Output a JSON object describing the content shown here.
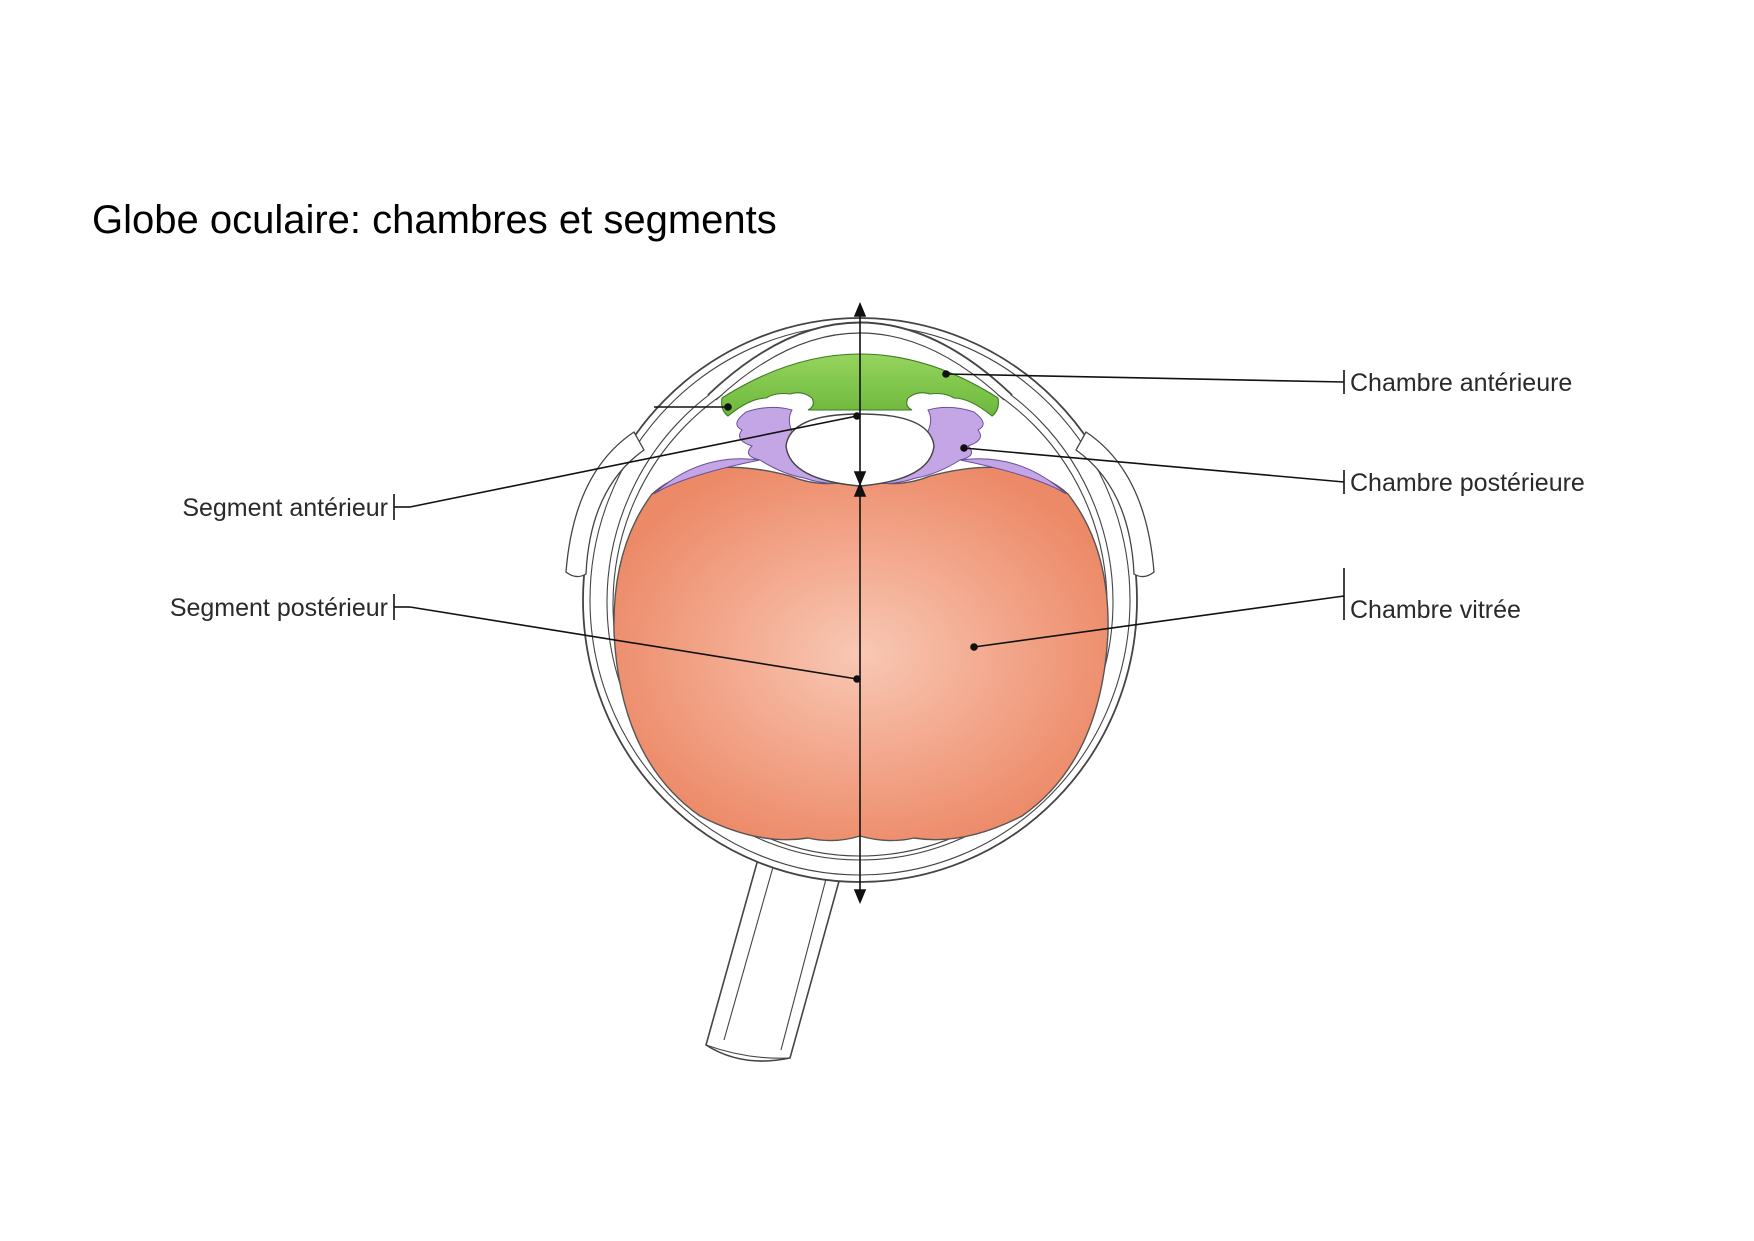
{
  "title": "Globe oculaire: chambres et segments",
  "labels": {
    "anterior_chamber": "Chambre antérieure",
    "posterior_chamber": "Chambre postérieure",
    "vitreous_chamber": "Chambre vitrée",
    "anterior_segment": "Segment antérieur",
    "posterior_segment": "Segment postérieur"
  },
  "colors": {
    "anterior_chamber": "#7cc44a",
    "posterior_chamber": "#c4a6e6",
    "vitreous_chamber": "#ef8f70",
    "outline": "#333333"
  }
}
